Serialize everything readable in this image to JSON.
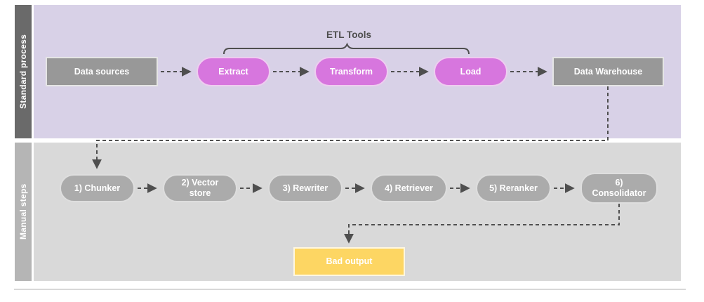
{
  "diagram": {
    "lanes": [
      {
        "label": "Standard process"
      },
      {
        "label": "Manual steps"
      }
    ],
    "brace_label": "ETL Tools",
    "standard_nodes": {
      "data_sources": "Data sources",
      "extract": "Extract",
      "transform": "Transform",
      "load": "Load",
      "data_warehouse": "Data Warehouse"
    },
    "manual_nodes": {
      "chunker": "1) Chunker",
      "vector_store": "2) Vector store",
      "rewriter": "3) Rewriter",
      "retriever": "4) Retriever",
      "reranker": "5) Reranker",
      "consolidator": "6) Consolidator",
      "bad_output": "Bad output"
    },
    "colors": {
      "lane_standard_bar": "#6a6a6a",
      "lane_manual_bar": "#b5b5b5",
      "lane_standard_bg": "#d8d1e7",
      "lane_manual_bg": "#d9d9d9",
      "gray_node": "#989898",
      "gray_pill": "#ababab",
      "etl_pill": "#d776de",
      "bad_output_fill": "#fdd663",
      "connector": "#4f4f4f",
      "node_text": "#ffffff"
    }
  }
}
